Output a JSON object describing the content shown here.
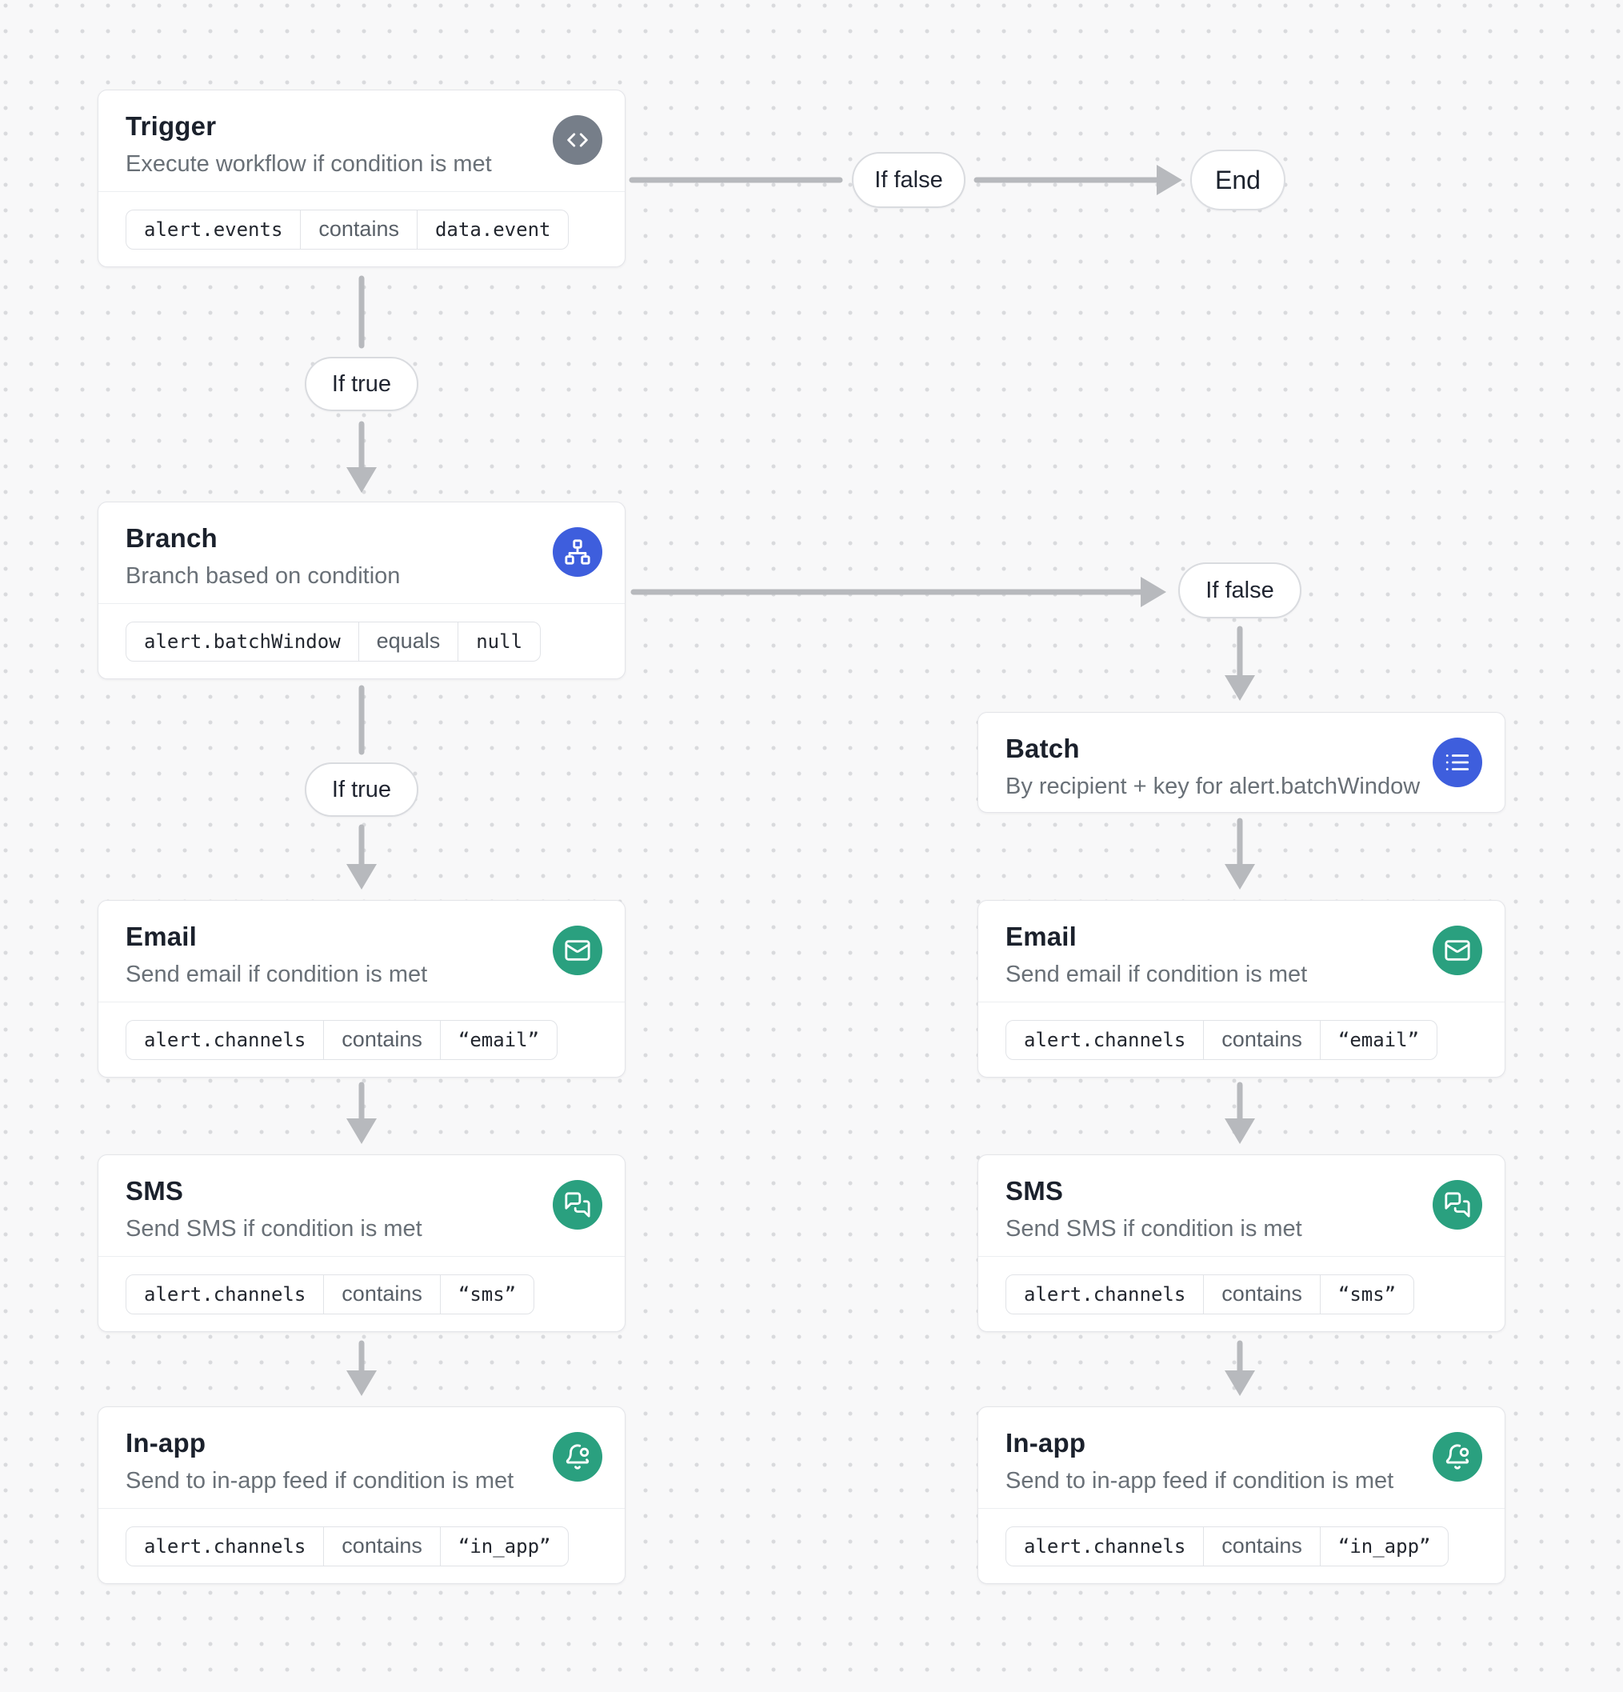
{
  "canvas": {
    "background_color": "#f8f8f9",
    "dot_color": "#d9dadd"
  },
  "colors": {
    "icon_gray": "#767E89",
    "icon_blue": "#3E5EDD",
    "icon_green": "#2AA07F",
    "arrow": "#b7b9bd"
  },
  "nodes": {
    "trigger": {
      "title": "Trigger",
      "subtitle": "Execute workflow if condition is met",
      "icon": "code-icon",
      "condition": {
        "field": "alert.events",
        "operator": "contains",
        "value": "data.event"
      }
    },
    "branch": {
      "title": "Branch",
      "subtitle": "Branch based on condition",
      "icon": "sitemap-icon",
      "condition": {
        "field": "alert.batchWindow",
        "operator": "equals",
        "value": "null"
      }
    },
    "batch": {
      "title": "Batch",
      "subtitle": "By recipient + key for alert.batchWindow",
      "icon": "list-icon"
    },
    "email": {
      "title": "Email",
      "subtitle": "Send email if condition is met",
      "icon": "mail-icon",
      "condition": {
        "field": "alert.channels",
        "operator": "contains",
        "value": "“email”"
      }
    },
    "sms": {
      "title": "SMS",
      "subtitle": "Send SMS if condition is met",
      "icon": "chat-bubbles-icon",
      "condition": {
        "field": "alert.channels",
        "operator": "contains",
        "value": "“sms”"
      }
    },
    "in_app": {
      "title": "In-app",
      "subtitle": "Send to in-app feed if condition is met",
      "icon": "bell-dot-icon",
      "condition": {
        "field": "alert.channels",
        "operator": "contains",
        "value": "“in_app”"
      }
    },
    "end": {
      "label": "End"
    }
  },
  "edge_labels": {
    "if_true": "If true",
    "if_false": "If false"
  }
}
